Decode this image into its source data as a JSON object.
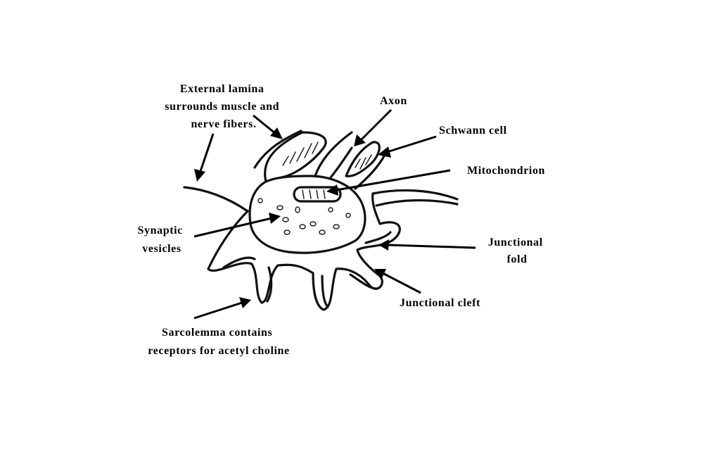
{
  "labels": {
    "external_lamina": [
      "External lamina",
      "surrounds muscle and",
      "nerve fibers."
    ],
    "axon": "Axon",
    "schwann_cell": "Schwann cell",
    "mitochondrion": "Mitochondrion",
    "synaptic_vesicles": [
      "Synaptic",
      "vesicles"
    ],
    "junctional_fold": [
      "Junctional",
      "fold"
    ],
    "junctional_cleft": "Junctional cleft",
    "sarcolemma": [
      "Sarcolemma contains",
      "receptors for acetyl choline"
    ]
  }
}
